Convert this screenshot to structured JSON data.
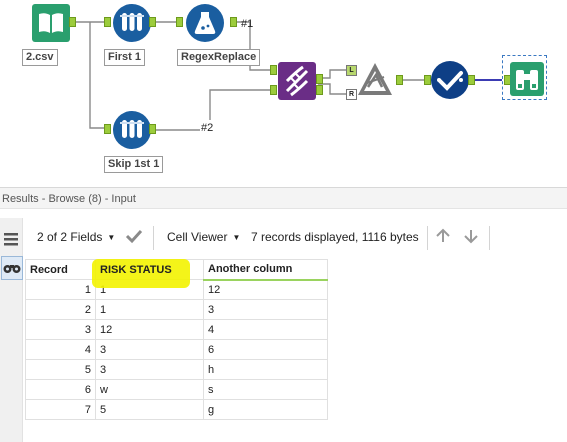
{
  "workflow": {
    "tools": [
      {
        "key": "input",
        "label": "2.csv",
        "icon": "book-icon",
        "color": "#2a9f6e"
      },
      {
        "key": "sample1",
        "label": "First 1",
        "icon": "test-tubes-icon",
        "color": "#1a5ea0"
      },
      {
        "key": "regex",
        "label": "RegexReplace",
        "icon": "flask-icon",
        "color": "#1a5ea0"
      },
      {
        "key": "skip",
        "label": "Skip 1st 1",
        "icon": "test-tubes-icon",
        "color": "#1a5ea0"
      },
      {
        "key": "join",
        "label": "",
        "icon": "dna-icon",
        "color": "#6a2d86"
      },
      {
        "key": "formula",
        "label": "",
        "icon": "formula-icon",
        "color": "#7a7a7a"
      },
      {
        "key": "select",
        "label": "",
        "icon": "check-icon",
        "color": "#0e3f86"
      },
      {
        "key": "browse",
        "label": "",
        "icon": "binoculars-icon",
        "color": "#2a9f6e"
      }
    ],
    "connection_labels": {
      "first": "#1",
      "second": "#2"
    },
    "join_tags": {
      "left": "L",
      "right": "R"
    }
  },
  "results": {
    "header": "Results - Browse (8) - Input",
    "toolbar": {
      "fields": "2 of 2 Fields",
      "viewer": "Cell Viewer",
      "summary": "7 records displayed, 1116 bytes"
    },
    "columns": [
      "Record",
      "RISK STATUS",
      "Another column"
    ],
    "rows": [
      [
        "1",
        "1",
        "12"
      ],
      [
        "2",
        "1",
        "3"
      ],
      [
        "3",
        "12",
        "4"
      ],
      [
        "4",
        "3",
        "6"
      ],
      [
        "5",
        "3",
        "h"
      ],
      [
        "6",
        "w",
        "s"
      ],
      [
        "7",
        "5",
        "g"
      ]
    ]
  },
  "colors": {
    "highlight": "#f3f300",
    "anchor": "#9ccc3c",
    "tool_blue": "#1a5ea0",
    "join_purple": "#6a2d86"
  }
}
